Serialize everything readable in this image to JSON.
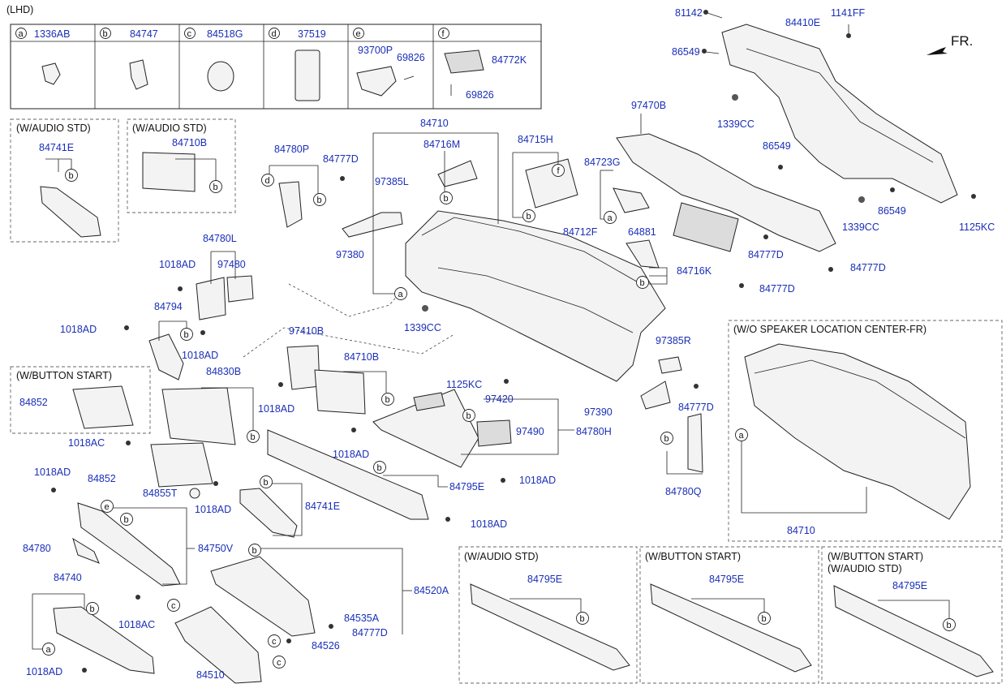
{
  "header": {
    "lhd": "(LHD)",
    "front": "FR."
  },
  "legend": [
    {
      "key": "a",
      "part": "1336AB"
    },
    {
      "key": "b",
      "part": "84747"
    },
    {
      "key": "c",
      "part": "84518G"
    },
    {
      "key": "d",
      "part": "37519"
    },
    {
      "key": "e",
      "part": "93700P",
      "sub": "69826"
    },
    {
      "key": "f",
      "part": "84772K",
      "sub": "69826"
    }
  ],
  "variants": {
    "audio_std": "(W/AUDIO STD)",
    "button_start": "(W/BUTTON START)",
    "wo_speaker": "(W/O SPEAKER LOCATION CENTER-FR)",
    "button_audio_1": "(W/BUTTON START)",
    "button_audio_2": "(W/AUDIO STD)"
  },
  "labels": {
    "p81142": "81142",
    "p84410E": "84410E",
    "p1141FF": "1141FF",
    "p86549a": "86549",
    "p1339CCa": "1339CC",
    "p97470B": "97470B",
    "p86549b": "86549",
    "p86549c": "86549",
    "p1339CCb": "1339CC",
    "p1125KCa": "1125KC",
    "p84710": "84710",
    "p84716M": "84716M",
    "p97385L": "97385L",
    "p84715H": "84715H",
    "p84723G": "84723G",
    "p84780P": "84780P",
    "p84777Da": "84777D",
    "p97380": "97380",
    "p84712F": "84712F",
    "p64881": "64881",
    "p84777Db": "84777D",
    "p84716K": "84716K",
    "p84777Dc": "84777D",
    "p84777Dd": "84777D",
    "p84741Ea": "84741E",
    "p84710Ba": "84710B",
    "p84780L": "84780L",
    "p1018ADa": "1018AD",
    "p97480": "97480",
    "p84794": "84794",
    "p1018ADb": "1018AD",
    "p1018ADc": "1018AD",
    "p1339CCc": "1339CC",
    "p97410B": "97410B",
    "p84710Bb": "84710B",
    "p97385R": "97385R",
    "p1018ADd": "1018AD",
    "p84852a": "84852",
    "p84830B": "84830B",
    "p1125KCb": "1125KC",
    "p97420": "97420",
    "p97390": "97390",
    "p84777De": "84777D",
    "p97490": "97490",
    "p84780H": "84780H",
    "p1018ADe": "1018AD",
    "p1018AC": "1018AC",
    "p84852b": "84852",
    "p84855T": "84855T",
    "p1018ADf": "1018AD",
    "p1018ADg": "1018AD",
    "p84795E": "84795E",
    "p1018ADh": "1018AD",
    "p84780Q": "84780Q",
    "p1018ADi": "1018AD",
    "p84741Eb": "84741E",
    "p84780": "84780",
    "p84750V": "84750V",
    "p84740": "84740",
    "p1018ACb": "1018AC",
    "p84520A": "84520A",
    "p84535A": "84535A",
    "p84777Df": "84777D",
    "p84526": "84526",
    "p1018ADj": "1018AD",
    "p84510": "84510",
    "p84710c": "84710",
    "p84795Ea": "84795E",
    "p84795Eb": "84795E",
    "p84795Ec": "84795E"
  }
}
